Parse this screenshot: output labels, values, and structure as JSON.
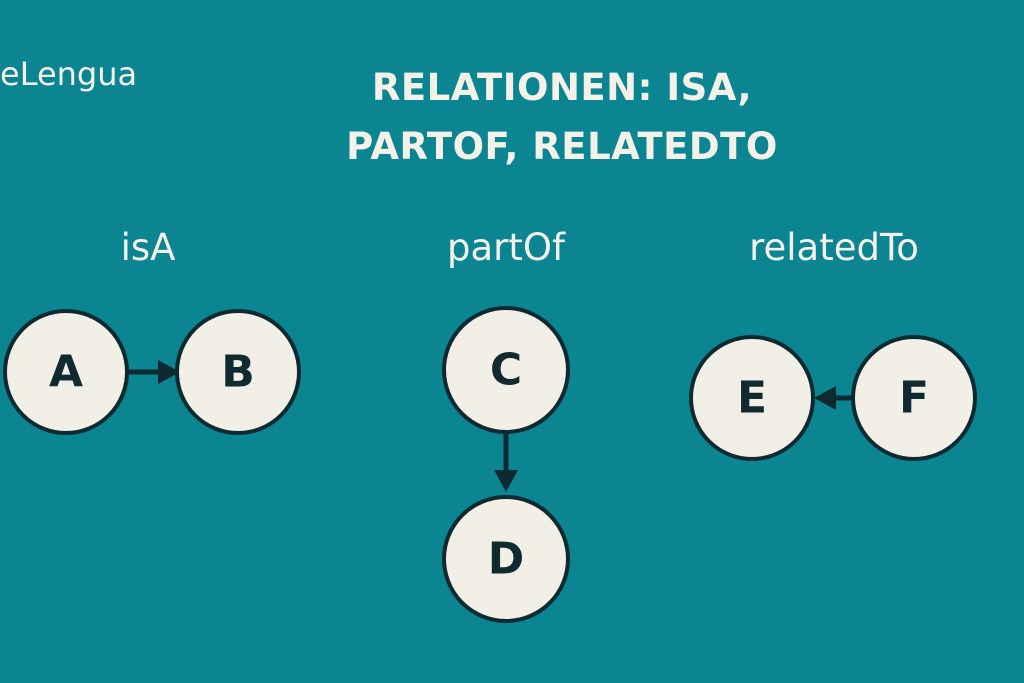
{
  "brand": "eLengua",
  "title_lines": [
    "RELATIONEN: ISA,",
    "PARTOF, RELATEDTO"
  ],
  "groups": [
    {
      "label": "isA",
      "nodes": [
        "A",
        "B"
      ],
      "edge": "A to B"
    },
    {
      "label": "partOf",
      "nodes": [
        "C",
        "D"
      ],
      "edge": "C to D"
    },
    {
      "label": "relatedTo",
      "nodes": [
        "E",
        "F"
      ],
      "edge": "F to E"
    }
  ],
  "colors": {
    "background": "#0b8591",
    "node_fill": "#f1efe6",
    "outline": "#0d2a30",
    "text_light": "#f4f1e8"
  }
}
